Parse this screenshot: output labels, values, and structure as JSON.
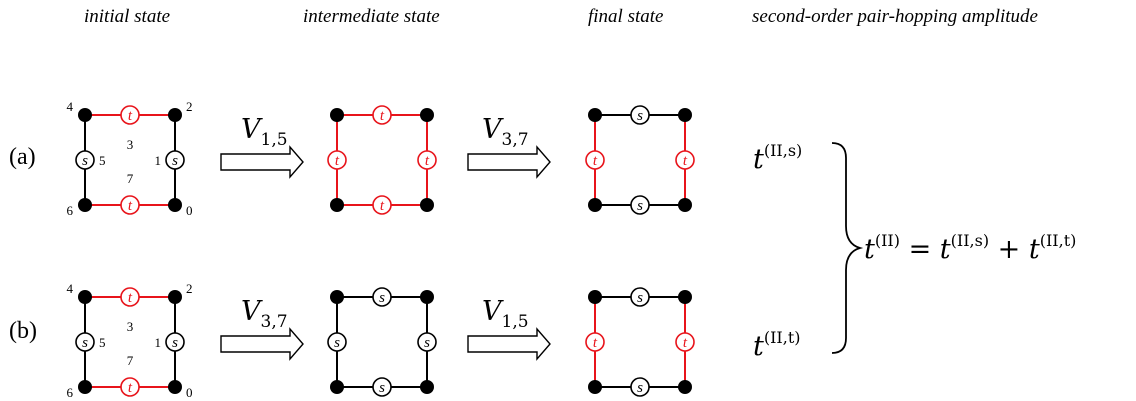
{
  "headers": {
    "initial": "initial state",
    "intermediate": "intermediate  state",
    "final": "final state",
    "amplitude": "second-order  pair-hopping amplitude"
  },
  "rows": [
    {
      "label": "(a)",
      "op1": "1,5",
      "op2": "3,7",
      "amp_sup": "(II,s)",
      "initial_bonds": {
        "top": "t",
        "bottom": "t",
        "left": "s",
        "right": "s"
      },
      "intermediate_bonds": {
        "top": "t",
        "bottom": "t",
        "left": "t",
        "right": "t"
      },
      "final_bonds": {
        "top": "s",
        "bottom": "s",
        "left": "t",
        "right": "t"
      }
    },
    {
      "label": "(b)",
      "op1": "3,7",
      "op2": "1,5",
      "amp_sup": "(II,t)",
      "initial_bonds": {
        "top": "t",
        "bottom": "t",
        "left": "s",
        "right": "s"
      },
      "intermediate_bonds": {
        "top": "s",
        "bottom": "s",
        "left": "s",
        "right": "s"
      },
      "final_bonds": {
        "top": "s",
        "bottom": "s",
        "left": "t",
        "right": "t"
      }
    }
  ],
  "site_labels": {
    "tl": "4",
    "tr": "2",
    "bl": "6",
    "br": "0",
    "left": "5",
    "right": "1",
    "center_top": "3",
    "center_bottom": "7"
  },
  "operator_symbol": "V",
  "amplitude_symbol": "t",
  "total": {
    "sup": "(II)",
    "eq": "=",
    "plus": "+",
    "term1_sup": "(II,s)",
    "term2_sup": "(II,t)"
  },
  "colors": {
    "triplet": "#e8141b",
    "singlet": "#000000"
  }
}
